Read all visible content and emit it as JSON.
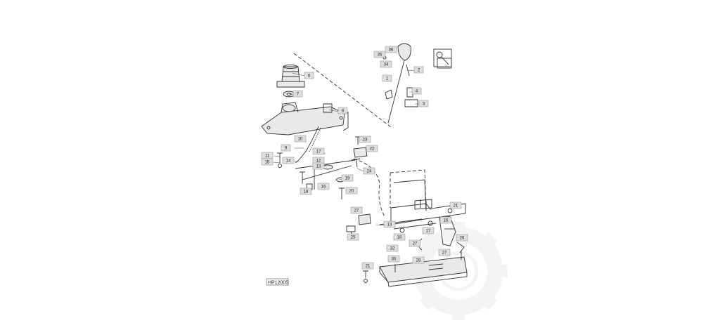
{
  "figure_code": "HP12005",
  "callouts": [
    {
      "id": "c35",
      "text": "35"
    },
    {
      "id": "c36",
      "text": "36"
    },
    {
      "id": "c34",
      "text": "34"
    },
    {
      "id": "c2",
      "text": "2"
    },
    {
      "id": "c1",
      "text": "1"
    },
    {
      "id": "c4",
      "text": "4"
    },
    {
      "id": "c3",
      "text": "3"
    },
    {
      "id": "c6",
      "text": "6"
    },
    {
      "id": "c7",
      "text": "7"
    },
    {
      "id": "c8",
      "text": "8"
    },
    {
      "id": "c9",
      "text": "9"
    },
    {
      "id": "c10",
      "text": "10"
    },
    {
      "id": "c11",
      "text": "11"
    },
    {
      "id": "c15",
      "text": "15"
    },
    {
      "id": "c14",
      "text": "14"
    },
    {
      "id": "c17",
      "text": "17"
    },
    {
      "id": "c12",
      "text": "12"
    },
    {
      "id": "c13",
      "text": "13"
    },
    {
      "id": "c23",
      "text": "23"
    },
    {
      "id": "c22",
      "text": "22"
    },
    {
      "id": "c24",
      "text": "24"
    },
    {
      "id": "c19",
      "text": "19"
    },
    {
      "id": "c18a",
      "text": "18"
    },
    {
      "id": "c16a",
      "text": "16"
    },
    {
      "id": "c20",
      "text": "20"
    },
    {
      "id": "c27a",
      "text": "27"
    },
    {
      "id": "c25",
      "text": "25"
    },
    {
      "id": "c13b",
      "text": "13"
    },
    {
      "id": "c18b",
      "text": "18"
    },
    {
      "id": "c21a",
      "text": "21"
    },
    {
      "id": "c16b",
      "text": "16"
    },
    {
      "id": "c17b",
      "text": "17"
    },
    {
      "id": "c27b",
      "text": "27"
    },
    {
      "id": "c26",
      "text": "26"
    },
    {
      "id": "c27c",
      "text": "27"
    },
    {
      "id": "c32",
      "text": "32"
    },
    {
      "id": "c30",
      "text": "30"
    },
    {
      "id": "c28",
      "text": "28"
    },
    {
      "id": "c21b",
      "text": "21"
    }
  ]
}
